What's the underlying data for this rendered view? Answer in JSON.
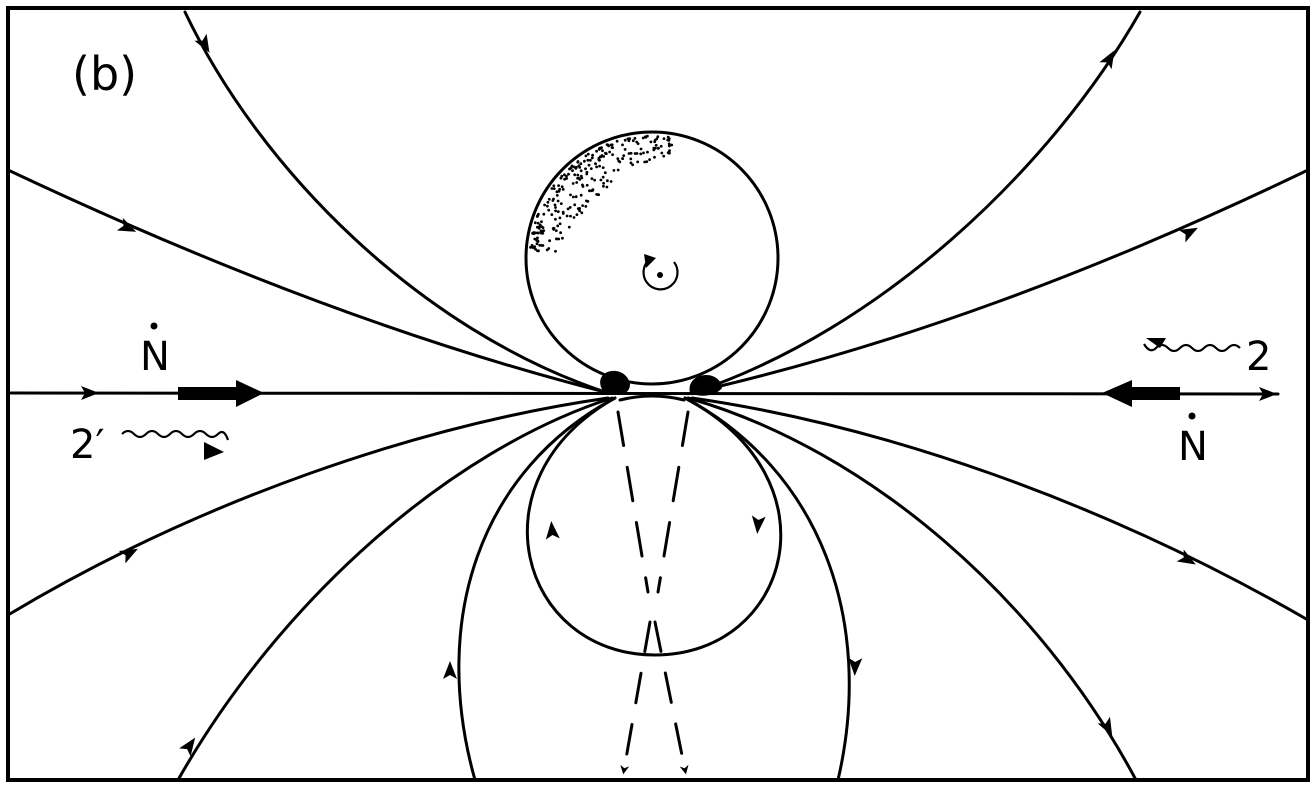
{
  "figure": {
    "panel_label": "(b)",
    "labels": {
      "n_dot_left": "N",
      "n_dot_right": "N",
      "wave_left": "2′",
      "wave_right": "2"
    },
    "icons": {
      "rotation": "counterclockwise-rotation-icon",
      "stipple": "stippled-region",
      "wavy_arrow": "wavy-arrow-icon",
      "bold_arrow": "thick-arrow-icon",
      "cusp": "black-cusp-blob"
    },
    "colors": {
      "ink": "#000000",
      "paper": "#ffffff"
    }
  }
}
